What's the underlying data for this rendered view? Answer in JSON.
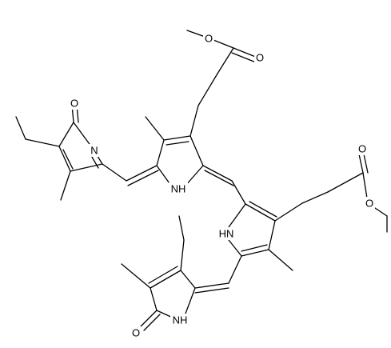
{
  "figure": {
    "atom_labels": {
      "ester_top_o1": "O",
      "ester_top_o2": "O",
      "ester_right_o1": "O",
      "ester_right_o2": "O",
      "ring_a_carbonyl_o": "O",
      "ring_a_n": "N",
      "ring_b_nh": "NH",
      "ring_c_hn": "HN",
      "ring_d_nh": "NH",
      "ring_d_carbonyl_o": "O"
    }
  }
}
